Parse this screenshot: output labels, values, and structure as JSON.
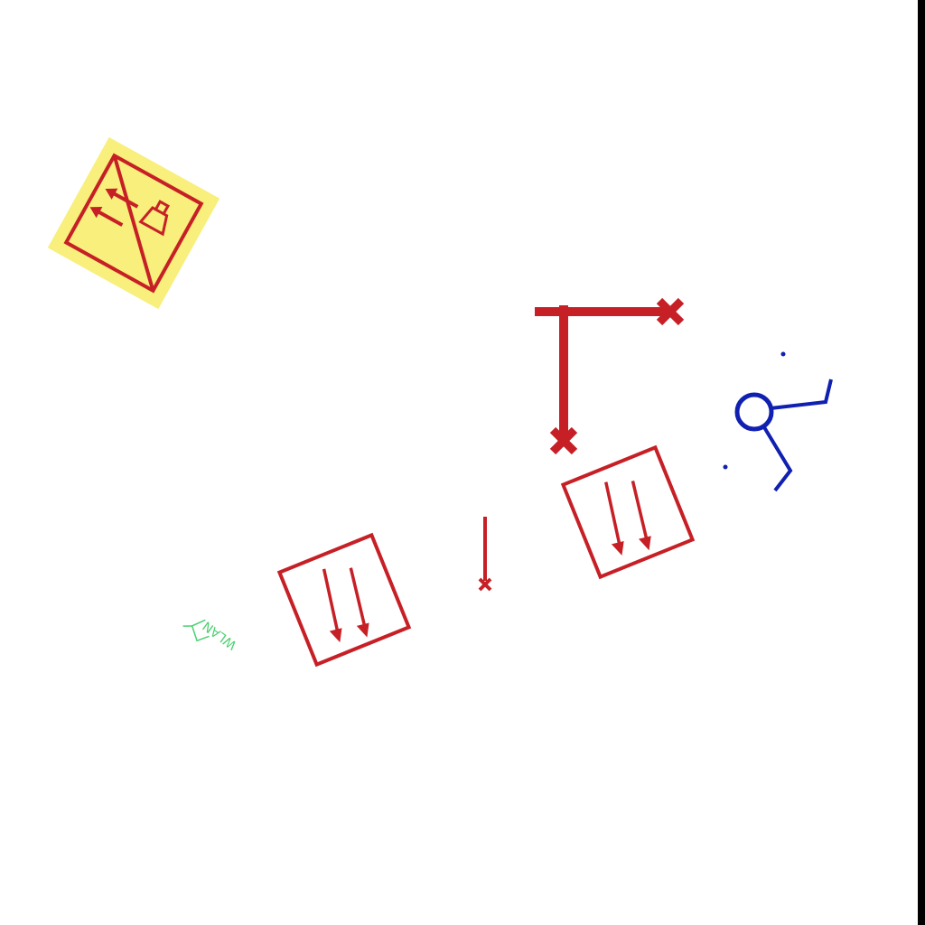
{
  "colors": {
    "background": "#ffffff",
    "symbol_red": "#c62026",
    "panel_yellow": "#f8ef7c",
    "sensor_blue": "#1020b0",
    "wlan_green": "#4cd070",
    "edge": "#000000"
  },
  "symbols": [
    {
      "name": "yellow-escape-panel",
      "icon": "arrow-panel-icon"
    },
    {
      "name": "red-t-bracket",
      "icon": "t-bracket-icon"
    },
    {
      "name": "red-arrow-box-right",
      "icon": "double-arrow-box-icon"
    },
    {
      "name": "red-arrow-box-left",
      "icon": "double-arrow-box-icon"
    },
    {
      "name": "red-stake",
      "icon": "stake-icon"
    },
    {
      "name": "blue-sensor",
      "icon": "sensor-icon"
    },
    {
      "name": "wlan-marker",
      "icon": "wlan-icon"
    }
  ],
  "wlan": {
    "label": "WLAN"
  }
}
